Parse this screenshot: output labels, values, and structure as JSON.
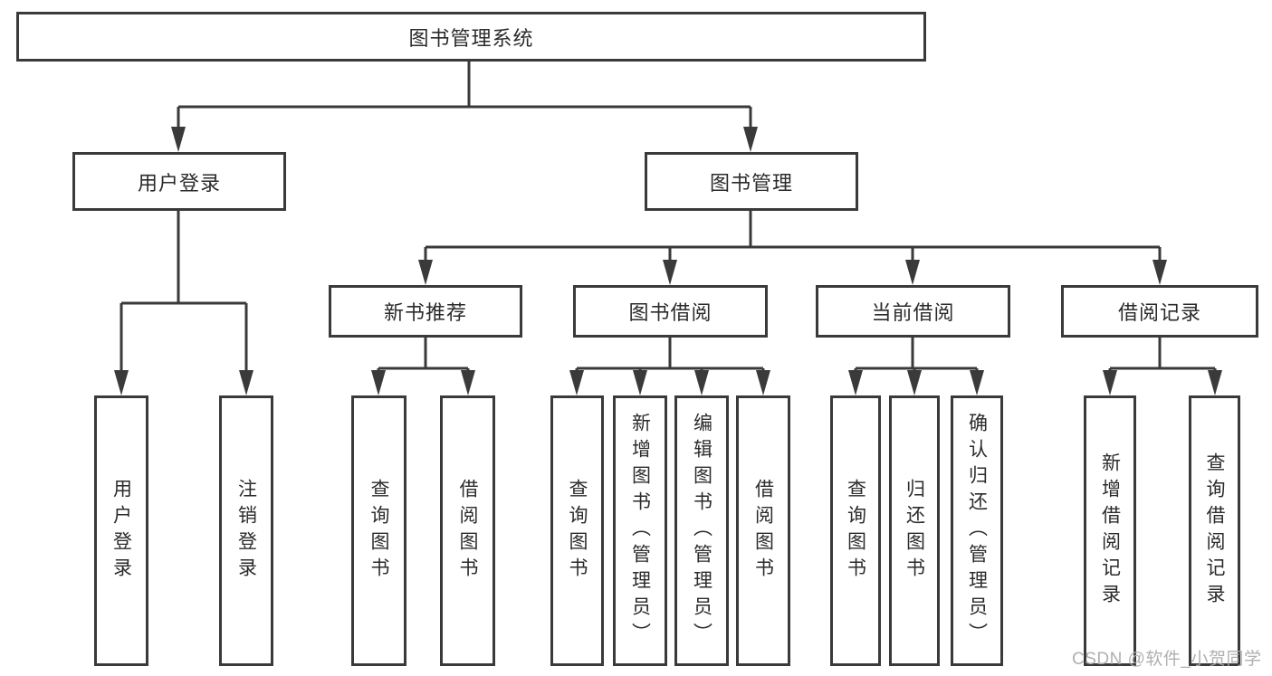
{
  "diagram": {
    "root": {
      "label": "图书管理系统",
      "children": [
        {
          "label": "用户登录",
          "children": [
            {
              "label": "用户登录"
            },
            {
              "label": "注销登录"
            }
          ]
        },
        {
          "label": "图书管理",
          "children": [
            {
              "label": "新书推荐",
              "children": [
                {
                  "label": "查询图书"
                },
                {
                  "label": "借阅图书"
                }
              ]
            },
            {
              "label": "图书借阅",
              "children": [
                {
                  "label": "查询图书"
                },
                {
                  "label": "新增图书（管理员）"
                },
                {
                  "label": "编辑图书（管理员）"
                },
                {
                  "label": "借阅图书"
                }
              ]
            },
            {
              "label": "当前借阅",
              "children": [
                {
                  "label": "查询图书"
                },
                {
                  "label": "归还图书"
                },
                {
                  "label": "确认归还（管理员）"
                }
              ]
            },
            {
              "label": "借阅记录",
              "children": [
                {
                  "label": "新增借阅记录"
                },
                {
                  "label": "查询借阅记录"
                }
              ]
            }
          ]
        }
      ]
    },
    "watermark": "CSDN @软件_小贺同学",
    "colors": {
      "line": "#3a3a3a",
      "box_border": "#3a3a3a",
      "text": "#2b2b2b",
      "watermark": "#acacac",
      "background": "#ffffff"
    }
  }
}
